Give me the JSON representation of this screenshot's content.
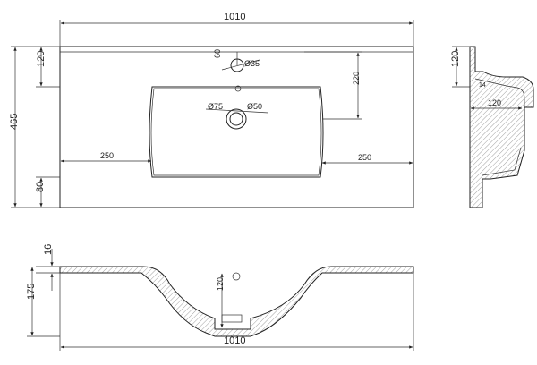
{
  "top_view": {
    "width_label": "1010",
    "depth_label": "465",
    "tap_offset_label": "120",
    "front_ledge_label": "80",
    "tap_hole_depth_label": "60",
    "tap_hole_label": "Ø35",
    "bowl_depth_label": "220",
    "drain_outer_label": "Ø75",
    "drain_inner_label": "Ø50",
    "left_side_label": "250",
    "right_side_label": "250"
  },
  "side_view": {
    "height_label": "120",
    "small_label": "14",
    "depth_label": "120"
  },
  "front_section": {
    "thickness_label": "16",
    "total_height_label": "175",
    "bowl_height_label": "120",
    "width_label": "1010"
  }
}
